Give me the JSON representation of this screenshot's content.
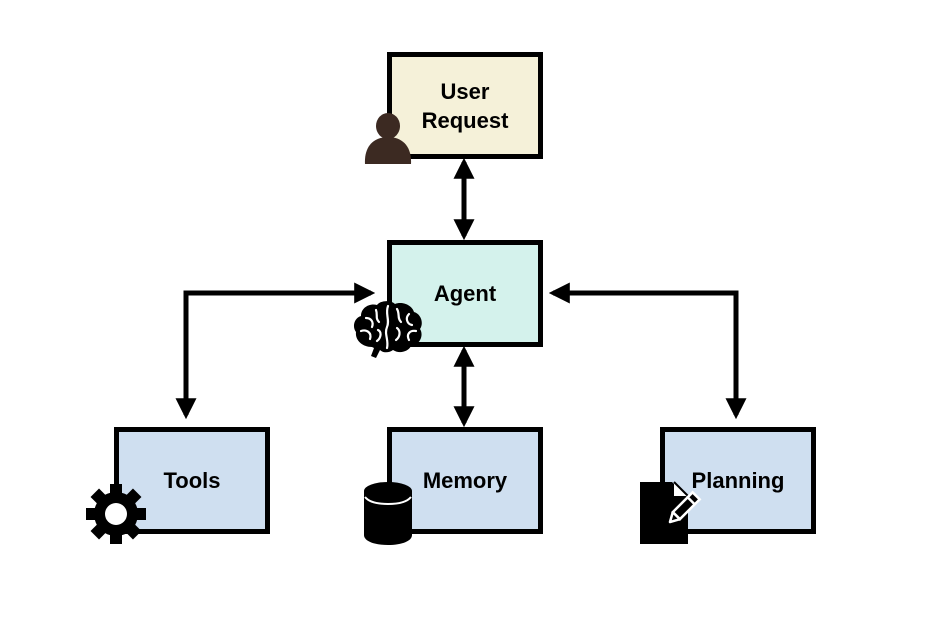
{
  "diagram": {
    "colors": {
      "user_fill": "#f5f1d9",
      "agent_fill": "#d4f2ec",
      "lower_fill": "#cfdff0",
      "stroke": "#000000",
      "person_icon": "#3c2a22",
      "icon": "#000000"
    },
    "nodes": {
      "user_request": {
        "label": "User Request",
        "icon": "person-icon"
      },
      "agent": {
        "label": "Agent",
        "icon": "brain-icon"
      },
      "tools": {
        "label": "Tools",
        "icon": "gear-icon"
      },
      "memory": {
        "label": "Memory",
        "icon": "database-icon"
      },
      "planning": {
        "label": "Planning",
        "icon": "document-edit-icon"
      }
    },
    "connections": [
      {
        "from": "user_request",
        "to": "agent",
        "direction": "both"
      },
      {
        "from": "agent",
        "to": "tools",
        "direction": "both"
      },
      {
        "from": "agent",
        "to": "memory",
        "direction": "both"
      },
      {
        "from": "agent",
        "to": "planning",
        "direction": "both"
      }
    ]
  }
}
